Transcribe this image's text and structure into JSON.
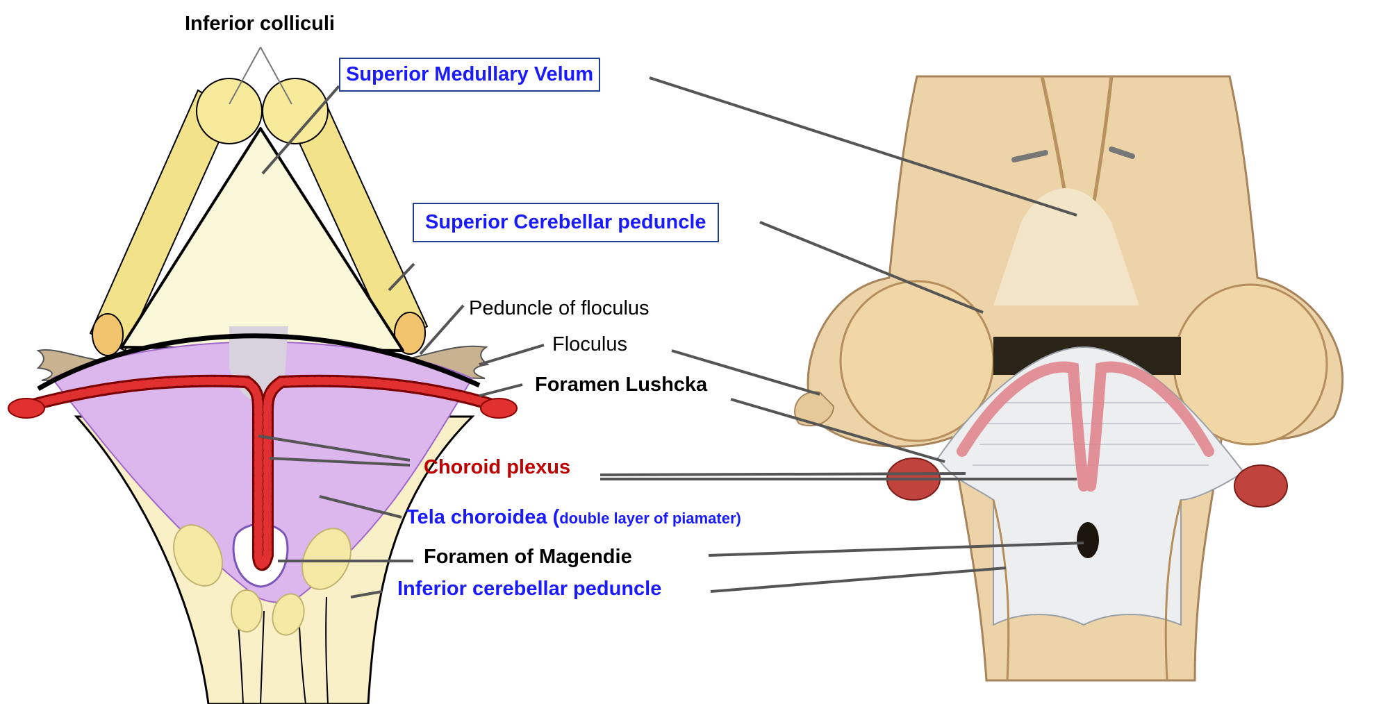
{
  "labels": {
    "inferior_colliculi": "Inferior colliculi",
    "superior_medullary_velum": "Superior Medullary Velum",
    "superior_cerebellar_peduncle": "Superior Cerebellar peduncle",
    "peduncle_of_floculus": "Peduncle of floculus",
    "floculus": "Floculus",
    "foramen_lushcka": "Foramen Lushcka",
    "choroid_plexus": "Choroid plexus",
    "tela_choroidea": "Tela choroidea (",
    "tela_choroidea_note": "double layer of piamater)",
    "foramen_of_magendie": "Foramen of Magendie",
    "inferior_cerebellar_peduncle": "Inferior cerebellar peduncle"
  },
  "colors": {
    "label_black": "#000000",
    "label_blue": "#1a1aff",
    "label_red": "#c00000",
    "leader_line": "#555555",
    "peduncle_yellow": "#f5e7a0",
    "tela_purple": "#d9b2ec",
    "plexus_red": "#d42a2a",
    "brainstem_tan": "#e6c99a"
  }
}
